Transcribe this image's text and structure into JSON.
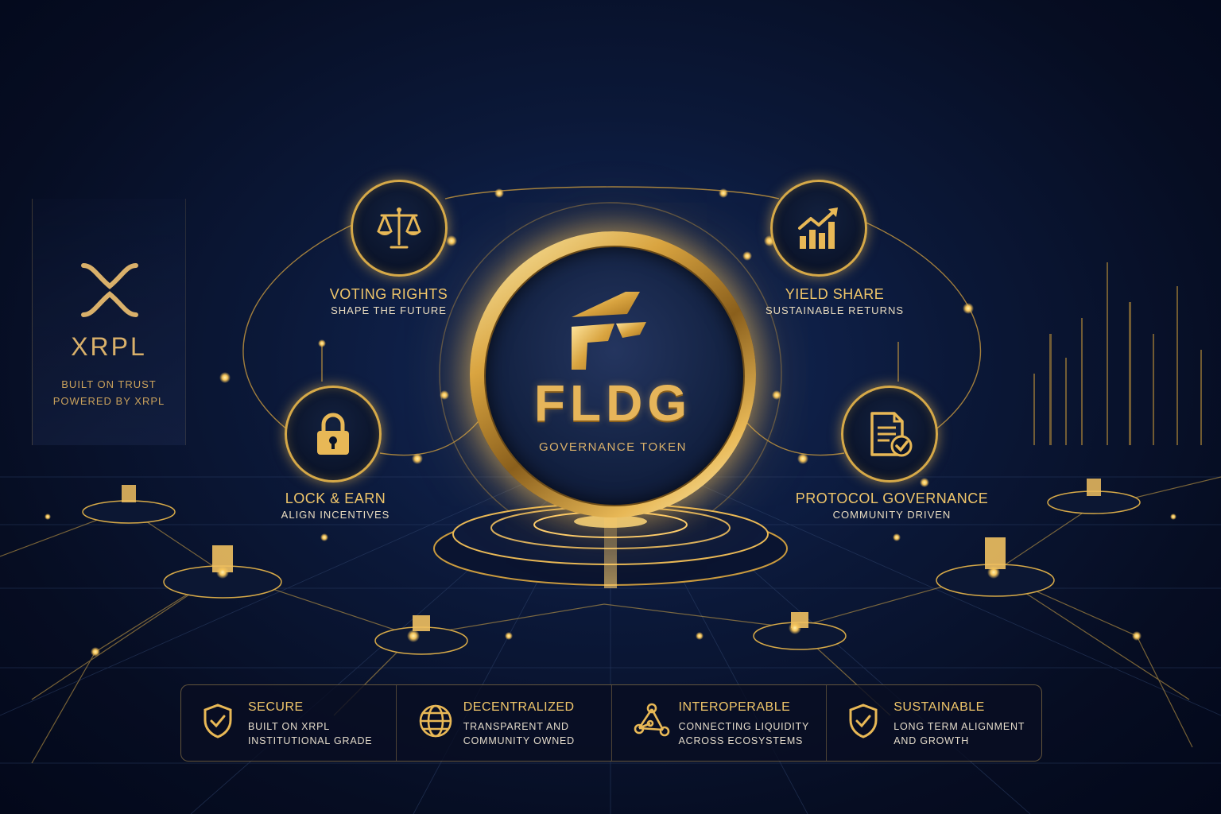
{
  "xrpl": {
    "name": "XRPL",
    "tagline_1": "BUILT ON TRUST",
    "tagline_2": "POWERED BY XRPL"
  },
  "token": {
    "symbol": "FLDG",
    "subtitle": "GOVERNANCE TOKEN"
  },
  "features": {
    "voting": {
      "title": "VOTING RIGHTS",
      "subtitle": "SHAPE THE FUTURE",
      "icon": "scales-icon"
    },
    "yield": {
      "title": "YIELD SHARE",
      "subtitle": "SUSTAINABLE RETURNS",
      "icon": "growth-chart-icon"
    },
    "lock": {
      "title": "LOCK & EARN",
      "subtitle": "ALIGN INCENTIVES",
      "icon": "padlock-icon"
    },
    "protocol": {
      "title": "PROTOCOL GOVERNANCE",
      "subtitle": "COMMUNITY DRIVEN",
      "icon": "document-check-icon"
    }
  },
  "bottom": [
    {
      "title": "SECURE",
      "line1": "BUILT ON XRPL",
      "line2": "INSTITUTIONAL GRADE",
      "icon": "shield-check-icon"
    },
    {
      "title": "DECENTRALIZED",
      "line1": "TRANSPARENT AND",
      "line2": "COMMUNITY OWNED",
      "icon": "globe-icon"
    },
    {
      "title": "INTEROPERABLE",
      "line1": "CONNECTING LIQUIDITY",
      "line2": "ACROSS ECOSYSTEMS",
      "icon": "network-nodes-icon"
    },
    {
      "title": "SUSTAINABLE",
      "line1": "LONG TERM ALIGNMENT",
      "line2": "AND GROWTH",
      "icon": "shield-check-icon"
    }
  ],
  "colors": {
    "gold": "#e2b85a",
    "navy": "#0b1838",
    "deep_navy": "#03081a"
  }
}
